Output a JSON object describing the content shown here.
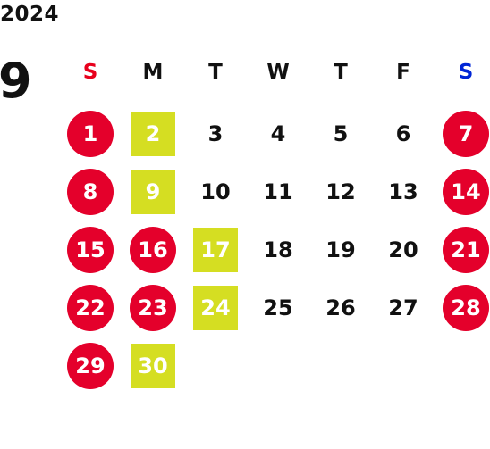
{
  "calendar": {
    "year": "2024",
    "month": "9",
    "weekdays": [
      {
        "label": "S",
        "kind": "sunday"
      },
      {
        "label": "M",
        "kind": "weekday"
      },
      {
        "label": "T",
        "kind": "weekday"
      },
      {
        "label": "W",
        "kind": "weekday"
      },
      {
        "label": "T",
        "kind": "weekday"
      },
      {
        "label": "F",
        "kind": "weekday"
      },
      {
        "label": "S",
        "kind": "saturday"
      }
    ],
    "first_weekday_index": 0,
    "days": [
      {
        "label": "1",
        "mark": "holiday"
      },
      {
        "label": "2",
        "mark": "closed"
      },
      {
        "label": "3",
        "mark": "none"
      },
      {
        "label": "4",
        "mark": "none"
      },
      {
        "label": "5",
        "mark": "none"
      },
      {
        "label": "6",
        "mark": "none"
      },
      {
        "label": "7",
        "mark": "holiday"
      },
      {
        "label": "8",
        "mark": "holiday"
      },
      {
        "label": "9",
        "mark": "closed"
      },
      {
        "label": "10",
        "mark": "none"
      },
      {
        "label": "11",
        "mark": "none"
      },
      {
        "label": "12",
        "mark": "none"
      },
      {
        "label": "13",
        "mark": "none"
      },
      {
        "label": "14",
        "mark": "holiday"
      },
      {
        "label": "15",
        "mark": "holiday"
      },
      {
        "label": "16",
        "mark": "holiday"
      },
      {
        "label": "17",
        "mark": "closed"
      },
      {
        "label": "18",
        "mark": "none"
      },
      {
        "label": "19",
        "mark": "none"
      },
      {
        "label": "20",
        "mark": "none"
      },
      {
        "label": "21",
        "mark": "holiday"
      },
      {
        "label": "22",
        "mark": "holiday"
      },
      {
        "label": "23",
        "mark": "holiday"
      },
      {
        "label": "24",
        "mark": "closed"
      },
      {
        "label": "25",
        "mark": "none"
      },
      {
        "label": "26",
        "mark": "none"
      },
      {
        "label": "27",
        "mark": "none"
      },
      {
        "label": "28",
        "mark": "holiday"
      },
      {
        "label": "29",
        "mark": "holiday"
      },
      {
        "label": "30",
        "mark": "closed"
      }
    ]
  },
  "colors": {
    "text": "#111111",
    "sunday_header": "#e8001c",
    "saturday_header": "#0026d6",
    "holiday_fill": "#e4002b",
    "closed_fill": "#d5de22",
    "marked_text": "#ffffff"
  }
}
